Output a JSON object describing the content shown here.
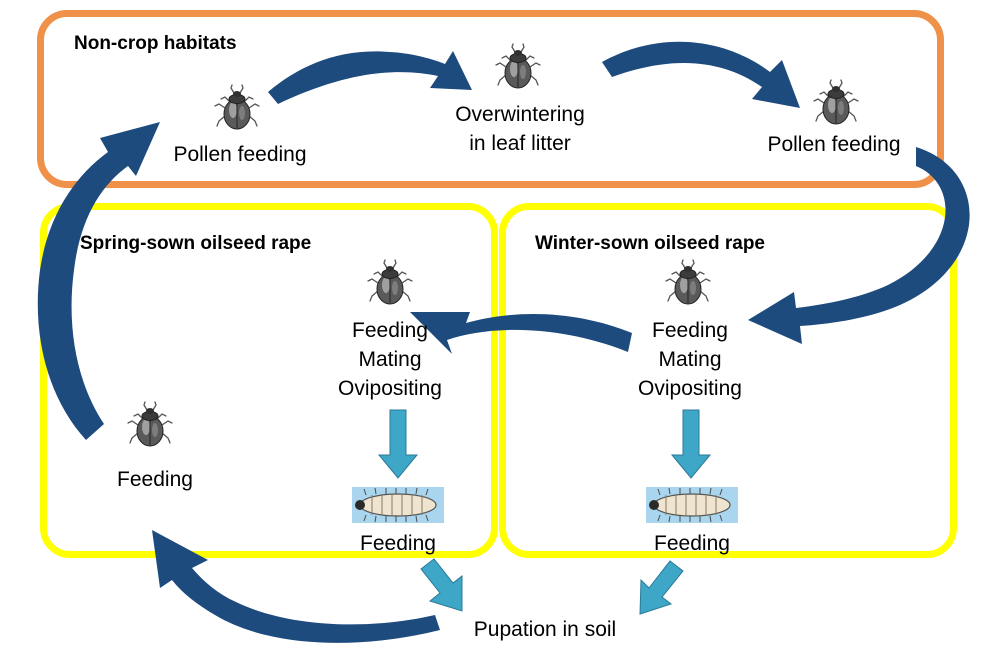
{
  "habitats": {
    "non_crop": {
      "title": "Non-crop habitats",
      "stage_left": "Pollen feeding",
      "stage_middle": [
        "Overwintering",
        "in leaf litter"
      ],
      "stage_right": "Pollen feeding"
    },
    "spring_sown": {
      "title": "Spring-sown oilseed rape",
      "adult_activities": [
        "Feeding",
        "Mating",
        "Ovipositing"
      ],
      "larva_label": "Feeding",
      "new_adult_label": "Feeding"
    },
    "winter_sown": {
      "title": "Winter-sown oilseed rape",
      "adult_activities": [
        "Feeding",
        "Mating",
        "Ovipositing"
      ],
      "larva_label": "Feeding"
    }
  },
  "soil_stage": "Pupation in soil",
  "colors": {
    "non_crop_border": "#f0914a",
    "crop_border": "#ffff00",
    "migration_arrow": "#1e4b7e",
    "development_arrow": "#3ea6c6",
    "larva_background": "#a9d6ee"
  },
  "icons": {
    "adult": "pollen-beetle-icon",
    "larva": "larva-icon"
  }
}
